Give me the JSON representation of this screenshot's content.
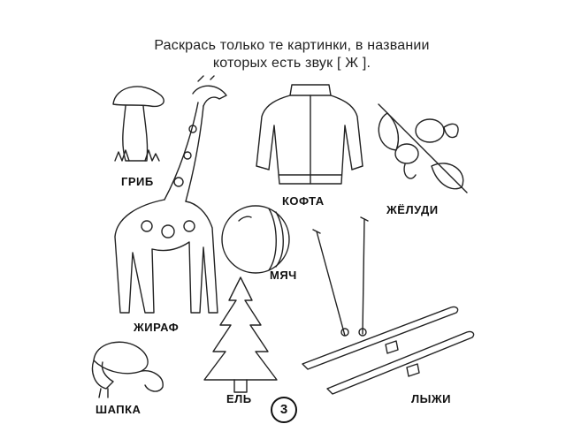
{
  "instruction": {
    "line1": "Раскрась только те картинки, в названии",
    "line2": "которых есть звук [ Ж ]."
  },
  "labels": {
    "mushroom": "ГРИБ",
    "jacket": "КОФТА",
    "acorns": "ЖЁЛУДИ",
    "giraffe": "ЖИРАФ",
    "ball": "МЯЧ",
    "hat": "ШАПКА",
    "spruce": "ЕЛЬ",
    "skis": "ЛЫЖИ"
  },
  "page_number": "3"
}
